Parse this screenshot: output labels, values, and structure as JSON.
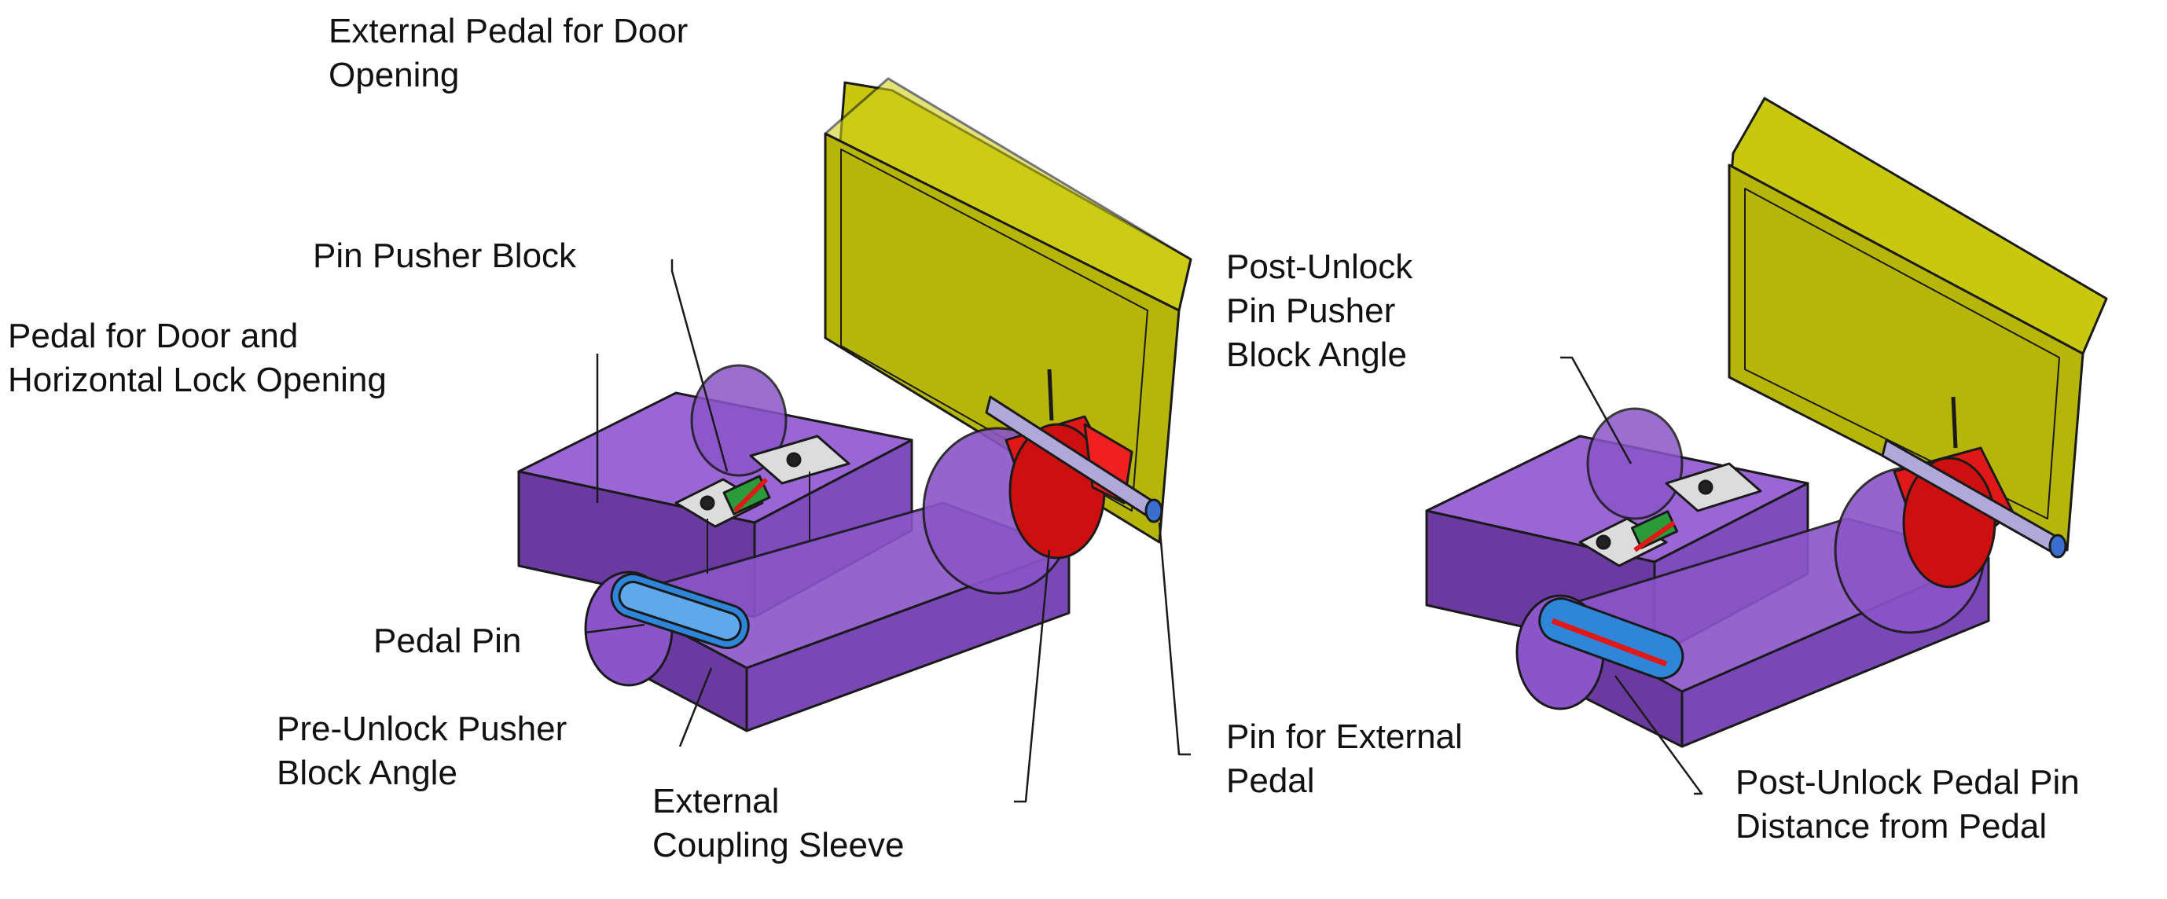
{
  "labels": {
    "external_pedal": [
      "External Pedal for Door",
      "Opening"
    ],
    "pin_pusher_block": [
      "Pin Pusher Block"
    ],
    "pedal_door_horizontal": [
      "Pedal for Door and",
      "Horizontal Lock Opening"
    ],
    "pedal_pin": [
      "Pedal Pin"
    ],
    "pre_unlock_angle": [
      "Pre-Unlock Pusher",
      "Block Angle"
    ],
    "external_coupling_sleeve": [
      "External",
      "Coupling Sleeve"
    ],
    "pin_for_external_pedal": [
      "Pin for External",
      "Pedal"
    ],
    "post_unlock_pin_pusher_angle": [
      "Post-Unlock",
      "Pin Pusher",
      "Block Angle"
    ],
    "post_unlock_pedal_pin_distance": [
      "Post-Unlock Pedal Pin",
      "Distance from Pedal"
    ]
  },
  "colors": {
    "purple_body": "#8a55c8",
    "purple_dark": "#6a3aa0",
    "yellow_pedal": "#b8b80c",
    "red_sleeve": "#e01818",
    "blue_pin": "#2f86d8",
    "plate_gray": "#dcdcdc",
    "green_spring": "#2a9a3a"
  },
  "views": [
    "pre-unlock",
    "post-unlock"
  ]
}
